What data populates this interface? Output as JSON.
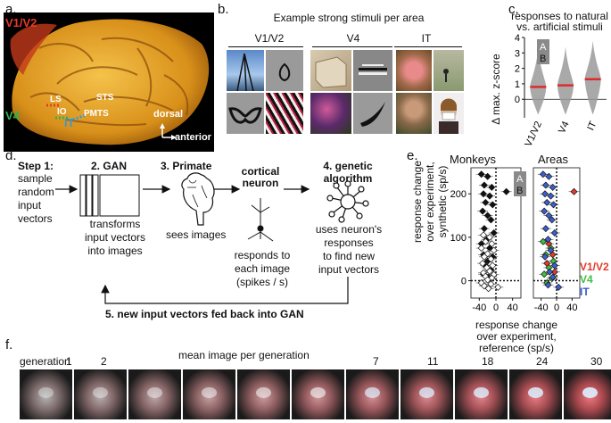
{
  "panels": {
    "a": {
      "label": "a.",
      "areas": [
        "V1/V2",
        "V4",
        "IT"
      ],
      "sulci": [
        "LS",
        "IO",
        "STS",
        "PMTS"
      ],
      "orientation": [
        "dorsal",
        "anterior"
      ],
      "colors": {
        "v1v2": "#e53a2a",
        "v4": "#2fb44a",
        "it": "#3a66d0",
        "brain": "#e8a820"
      }
    },
    "b": {
      "label": "b.",
      "title": "Example strong stimuli per area",
      "groups": [
        "V1/V2",
        "V4",
        "IT"
      ]
    },
    "c": {
      "label": "c.",
      "title_line1": "responses to natural",
      "title_line2": "vs. artificial stimuli",
      "ylabel": "Δ max. z-score",
      "legend": [
        "A",
        "B"
      ]
    },
    "d": {
      "label": "d.",
      "step1_title": "Step 1",
      "step1_text": [
        "sample",
        "random",
        "input",
        "vectors"
      ],
      "gan_title": "2. GAN",
      "gan_text": [
        "transforms",
        "input vectors",
        "into images"
      ],
      "primate_title": "3. Primate",
      "primate_text": "sees images",
      "neuron_title": [
        "cortical",
        "neuron"
      ],
      "neuron_text": [
        "responds to",
        "each image",
        "(spikes / s)"
      ],
      "ga_title": [
        "4. genetic",
        "algorithm"
      ],
      "ga_text": [
        "uses neuron's",
        "responses",
        "to find new",
        "input vectors"
      ],
      "feedback": "5. new input vectors fed back into GAN"
    },
    "e": {
      "label": "e.",
      "titles": [
        "Monkeys",
        "Areas"
      ],
      "ylabel": [
        "response change",
        "over experiment,",
        "synthetic (sp/s)"
      ],
      "xlabel": [
        "response change",
        "over experiment,",
        "reference (sp/s)"
      ],
      "legend_ab": [
        "A",
        "B"
      ],
      "legend_areas": [
        "V1/V2",
        "V4",
        "IT"
      ]
    },
    "f": {
      "label": "f.",
      "title": "mean image per generation",
      "generation_word": "generation",
      "generations": [
        "1",
        "2",
        "",
        "",
        "",
        "",
        "7",
        "11",
        "18",
        "24",
        "30"
      ]
    }
  },
  "chart_data": [
    {
      "type": "violin",
      "title": "responses to natural vs. artificial stimuli",
      "categories": [
        "V1/V2",
        "V4",
        "IT"
      ],
      "ylabel": "Δ max. z-score",
      "ylim": [
        -1.2,
        4
      ],
      "yticks": [
        0,
        1,
        2,
        3,
        4
      ],
      "series": [
        {
          "name": "A",
          "medians": [
            0.8,
            0.9,
            1.3
          ]
        },
        {
          "name": "B",
          "medians": [
            0.75,
            0.85,
            1.25
          ]
        }
      ],
      "colors": {
        "violin": "#9a9a9a",
        "median": "#e02a2a"
      }
    },
    {
      "type": "scatter",
      "title": "Monkeys",
      "xlabel": "response change over experiment, reference (sp/s)",
      "ylabel": "response change over experiment, synthetic (sp/s)",
      "xlim": [
        -60,
        60
      ],
      "ylim": [
        -40,
        260
      ],
      "xticks": [
        -40,
        0,
        40
      ],
      "yticks": [
        0,
        100,
        200
      ],
      "series": [
        {
          "name": "A",
          "points": [
            [
              -35,
              245
            ],
            [
              -20,
              240
            ],
            [
              -28,
              220
            ],
            [
              -10,
              215
            ],
            [
              -30,
              200
            ],
            [
              -15,
              195
            ],
            [
              -25,
              180
            ],
            [
              -8,
              175
            ],
            [
              -32,
              160
            ],
            [
              -20,
              150
            ],
            [
              -12,
              140
            ],
            [
              -28,
              120
            ],
            [
              -5,
              110
            ],
            [
              -22,
              95
            ],
            [
              -35,
              85
            ],
            [
              -15,
              75
            ],
            [
              -30,
              60
            ],
            [
              -8,
              55
            ],
            [
              -20,
              45
            ],
            [
              -25,
              35
            ],
            [
              -12,
              25
            ],
            [
              -30,
              15
            ],
            [
              -18,
              8
            ],
            [
              25,
              205
            ]
          ]
        },
        {
          "name": "B",
          "points": [
            [
              -30,
              105
            ],
            [
              -15,
              100
            ],
            [
              -25,
              90
            ],
            [
              -10,
              85
            ],
            [
              -35,
              75
            ],
            [
              -5,
              70
            ],
            [
              -20,
              62
            ],
            [
              -28,
              55
            ],
            [
              -12,
              50
            ],
            [
              -32,
              40
            ],
            [
              -8,
              35
            ],
            [
              -22,
              30
            ],
            [
              -15,
              22
            ],
            [
              -30,
              18
            ],
            [
              -5,
              14
            ],
            [
              -25,
              10
            ],
            [
              -10,
              6
            ],
            [
              -20,
              2
            ],
            [
              -35,
              -5
            ],
            [
              -12,
              -8
            ],
            [
              -28,
              -12
            ],
            [
              5,
              -15
            ],
            [
              -18,
              -18
            ]
          ]
        }
      ]
    },
    {
      "type": "scatter",
      "title": "Areas",
      "xlim": [
        -60,
        60
      ],
      "ylim": [
        -40,
        260
      ],
      "xticks": [
        -40,
        0,
        40
      ],
      "series": [
        {
          "name": "V1/V2",
          "points": [
            [
              45,
              205
            ],
            [
              -20,
              85
            ],
            [
              -10,
              60
            ],
            [
              -25,
              40
            ],
            [
              -5,
              20
            ]
          ]
        },
        {
          "name": "V4",
          "points": [
            [
              -35,
              90
            ],
            [
              -15,
              75
            ],
            [
              -28,
              60
            ],
            [
              -8,
              45
            ],
            [
              -20,
              30
            ],
            [
              -32,
              15
            ],
            [
              -12,
              5
            ],
            [
              -25,
              -5
            ]
          ]
        },
        {
          "name": "IT",
          "points": [
            [
              -35,
              245
            ],
            [
              -20,
              240
            ],
            [
              -28,
              220
            ],
            [
              -10,
              215
            ],
            [
              -30,
              200
            ],
            [
              -15,
              195
            ],
            [
              -25,
              180
            ],
            [
              -8,
              175
            ],
            [
              -32,
              160
            ],
            [
              -20,
              150
            ],
            [
              -12,
              140
            ],
            [
              -28,
              120
            ],
            [
              -5,
              110
            ],
            [
              -22,
              95
            ],
            [
              -15,
              70
            ],
            [
              -30,
              55
            ],
            [
              -5,
              35
            ],
            [
              -18,
              20
            ],
            [
              -10,
              8
            ],
            [
              -22,
              -10
            ],
            [
              5,
              -15
            ]
          ]
        }
      ],
      "colors": {
        "V1/V2": "#e53a2a",
        "V4": "#3fbf3f",
        "IT": "#3a5fd0"
      }
    }
  ]
}
